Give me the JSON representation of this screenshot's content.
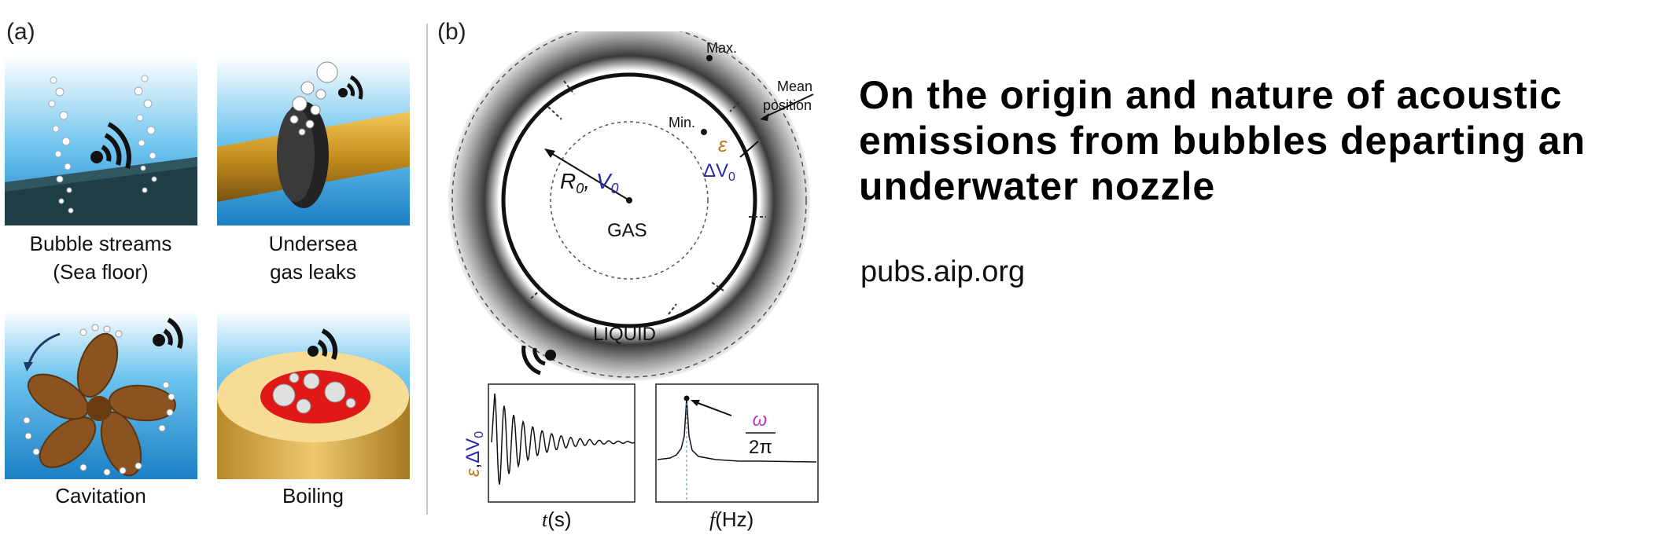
{
  "panel_a": {
    "letter": "(a)",
    "captions": {
      "bubble_streams_line1": "Bubble streams",
      "bubble_streams_line2": "(Sea floor)",
      "gas_leaks_line1": "Undersea",
      "gas_leaks_line2": "gas leaks",
      "cavitation": "Cavitation",
      "boiling": "Boiling"
    }
  },
  "panel_b": {
    "letter": "(b)",
    "labels": {
      "max": "Max.",
      "mean_line1": "Mean",
      "mean_line2": "position",
      "min": "Min.",
      "radius": "R",
      "radius_sub": "0",
      "volume": "V",
      "volume_sub": "0",
      "epsilon": "ε",
      "delta_v": "ΔV",
      "delta_v_sub": "0",
      "gas": "GAS",
      "liquid": "LIQUID",
      "time_axis": "t",
      "time_unit": "(s)",
      "freq_axis": "f",
      "freq_unit": "(Hz)",
      "omega": "ω",
      "two_pi": "2π",
      "y_eps": "ε",
      "y_comma": ",",
      "y_dv": "ΔV",
      "y_dv_sub": "0"
    },
    "colors": {
      "epsilon": "#c07818",
      "volume": "#2a2aa8",
      "omega": "#c03bc0"
    }
  },
  "header": {
    "title": "On the origin and nature of acoustic emissions from bubbles departing an underwater nozzle",
    "source": "pubs.aip.org"
  }
}
